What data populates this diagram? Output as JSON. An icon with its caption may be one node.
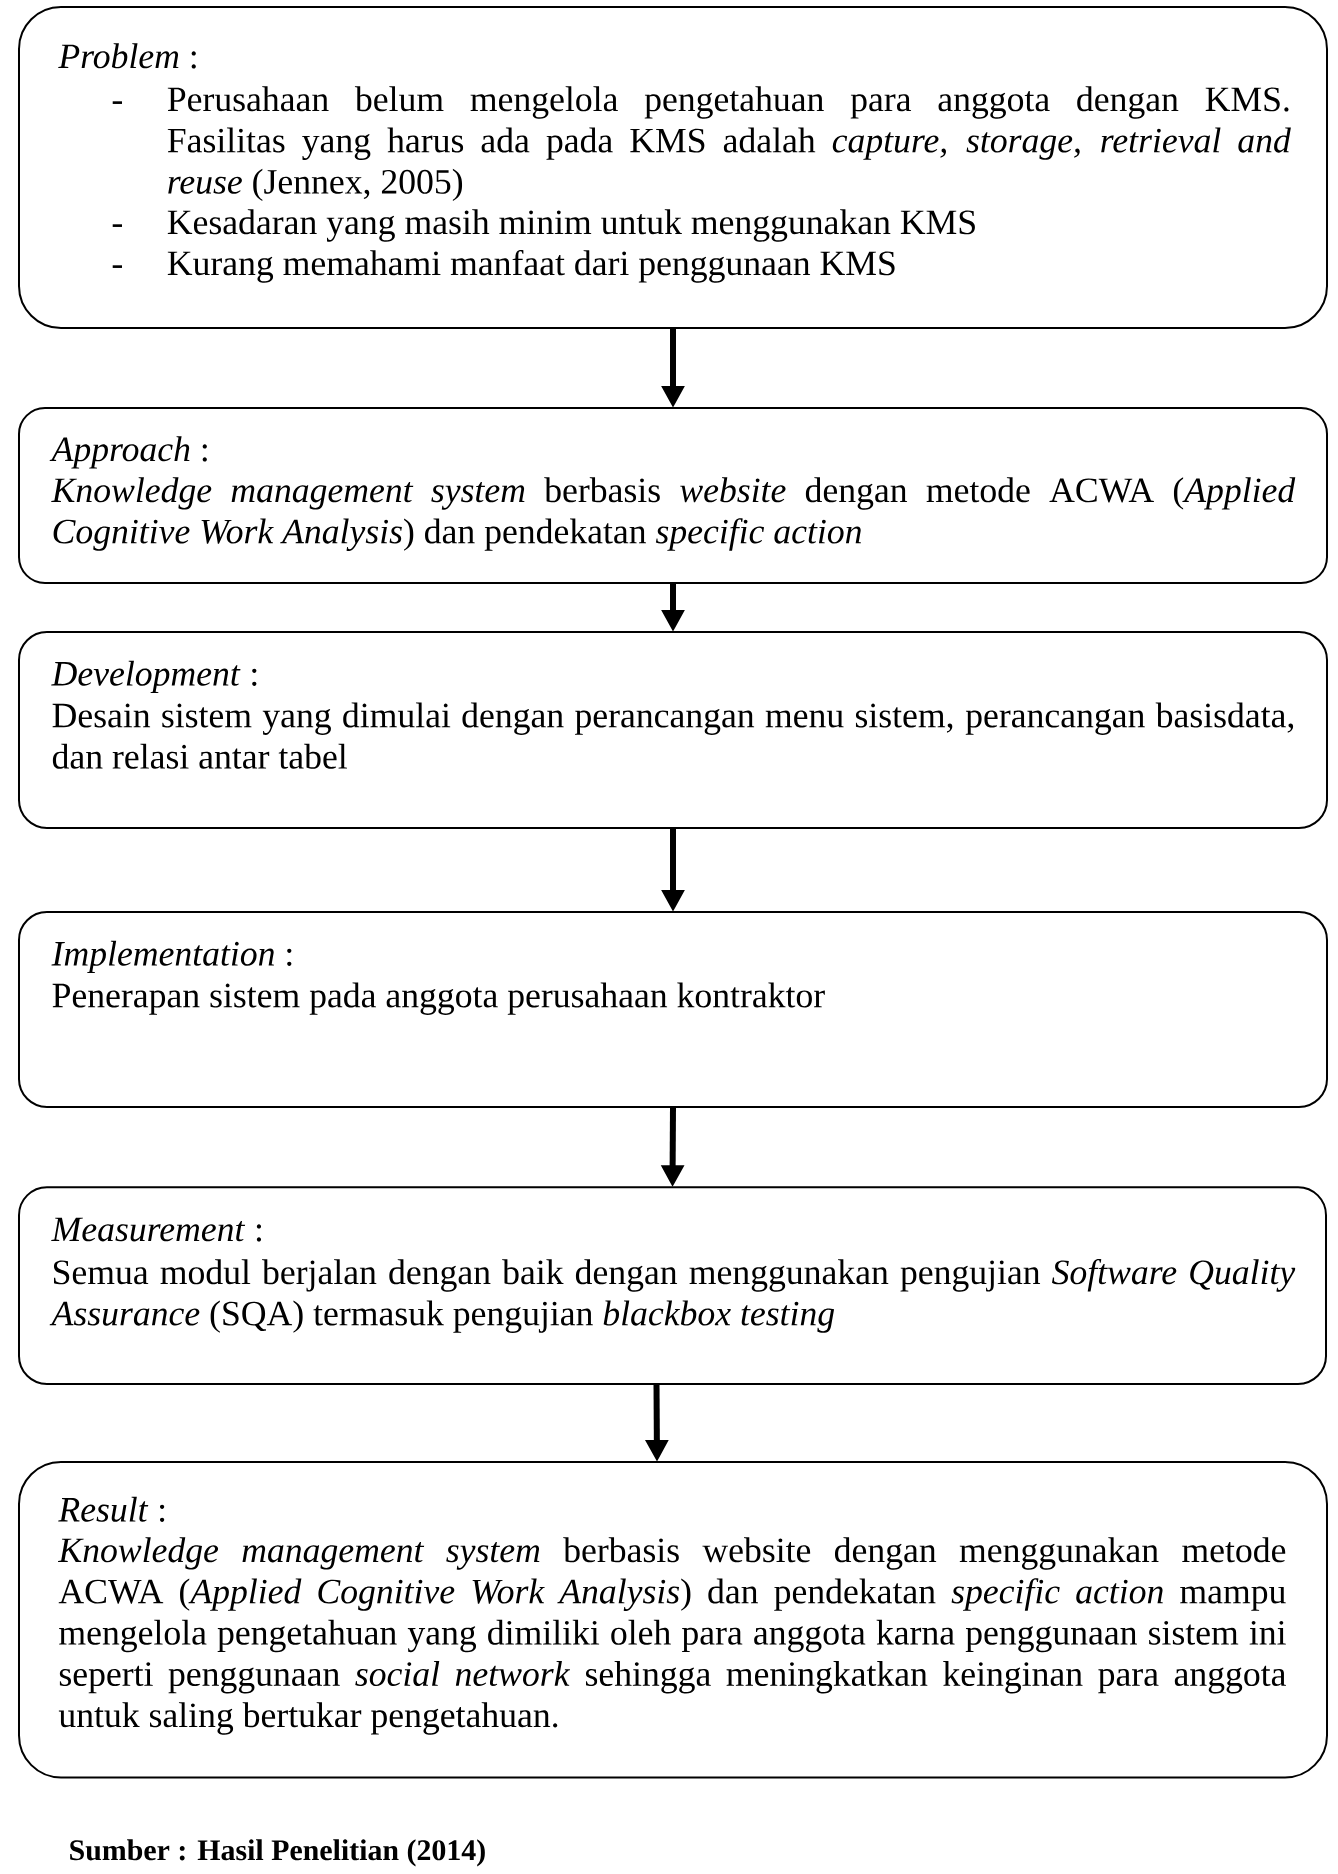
{
  "diagram": {
    "caption": "Sumber : Hasil Penelitian (2014)",
    "nodes": [
      {
        "text": [
          "*Problem* :",
          "-",
          "Perusahaan belum mengelola pengetahuan para anggota dengan KMS. Fasilitas yang harus ada pada KMS adalah *capture, storage, retrieval and reuse* (Jennex, 2005)",
          "-",
          "Kesadaran yang masih minim untuk menggunakan KMS",
          "-",
          "Kurang memahami manfaat dari penggunaan KMS"
        ]
      },
      {
        "text": [
          "*Approach* :",
          "*Knowledge management system* berbasis *website* dengan metode ACWA (*Applied Cognitive Work Analysis*) dan pendekatan *specific action*"
        ]
      },
      {
        "text": [
          "*Development* :",
          "Desain sistem yang dimulai dengan perancangan menu sistem, perancangan basisdata, dan relasi antar tabel"
        ]
      },
      {
        "text": [
          "*Implementation* :",
          "Penerapan sistem pada anggota perusahaan kontraktor"
        ]
      },
      {
        "text": [
          "*Measurement* :",
          "Semua modul berjalan dengan baik dengan menggunakan pengujian *Software Quality Assurance* (SQA) termasuk pengujian *blackbox testing*"
        ]
      },
      {
        "text": [
          "*Result* :",
          "*Knowledge management system* berbasis website dengan menggunakan metode ACWA (*Applied Cognitive Work Analysis*) dan pendekatan *specific action* mampu mengelola pengetahuan yang dimiliki oleh para anggota karna penggunaan sistem ini seperti penggunaan *social network* sehingga meningkatkan keinginan para anggota untuk saling bertukar pengetahuan."
        ]
      }
    ],
    "edges": [
      {
        "from": 0,
        "to": 1,
        "arrow": "to"
      },
      {
        "from": 1,
        "to": 2,
        "arrow": "to"
      },
      {
        "from": 2,
        "to": 3,
        "arrow": "to"
      },
      {
        "from": 3,
        "to": 4,
        "arrow": "to"
      },
      {
        "from": 4,
        "to": 5,
        "arrow": "to"
      }
    ]
  }
}
